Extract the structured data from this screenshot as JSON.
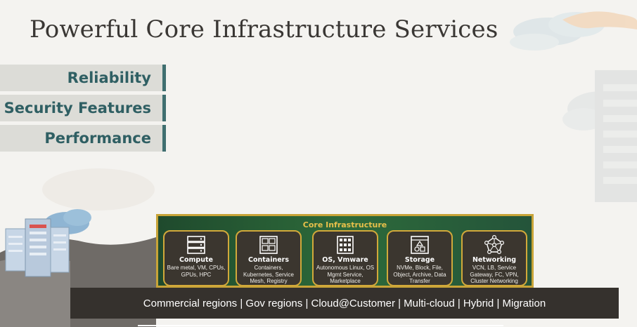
{
  "slide": {
    "title": "Powerful Core Infrastructure Services",
    "features": [
      "Reliability",
      "Security Features",
      "Performance"
    ]
  },
  "core": {
    "title": "Core Infrastructure",
    "cards": [
      {
        "name": "Compute",
        "desc": "Bare metal, VM, CPUs, GPUs, HPC",
        "icon": "server-stack-icon"
      },
      {
        "name": "Containers",
        "desc": "Containers, Kubernetes, Service Mesh, Registry",
        "icon": "container-grid-icon"
      },
      {
        "name": "OS, Vmware",
        "desc": "Autonomous Linux, OS Mgmt Service, Marketplace",
        "icon": "os-grid-icon"
      },
      {
        "name": "Storage",
        "desc": "NVMe, Block, File, Object, Archive, Data Transfer",
        "icon": "storage-shapes-icon"
      },
      {
        "name": "Networking",
        "desc": "VCN, LB, Service Gateway, FC, VPN, Cluster Networking",
        "icon": "network-nodes-icon"
      }
    ]
  },
  "deployment_bar": "Commercial regions | Gov regions | Cloud@Customer | Multi-cloud | Hybrid | Migration",
  "colors": {
    "background": "#f4f3f0",
    "feature_text": "#2f5f63",
    "feature_accent": "#3f6f70",
    "panel_green": "#2d6a3a",
    "gold": "#c8a438",
    "dark_bar": "#35312d"
  }
}
